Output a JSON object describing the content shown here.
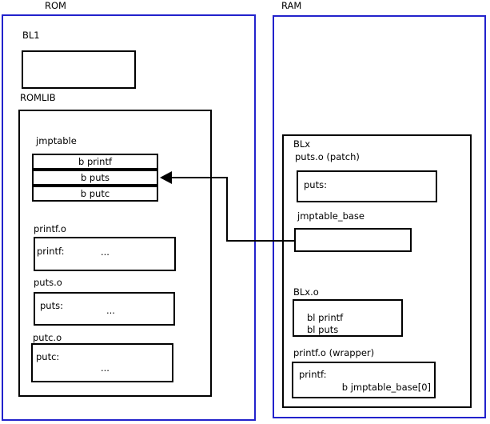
{
  "colors": {
    "frame": "#2222cc",
    "line": "#000000",
    "bg": "#ffffff",
    "ink": "#000000"
  },
  "rom": {
    "title": "ROM",
    "bl1_label": "BL1",
    "romlib_label": "ROMLIB",
    "jmptable": {
      "label": "jmptable",
      "entries": [
        "b printf",
        "b puts",
        "b putc"
      ]
    },
    "printf_o": {
      "label": "printf.o",
      "symbol": "printf:",
      "ellipsis": "..."
    },
    "puts_o": {
      "label": "puts.o",
      "symbol": "puts:",
      "ellipsis": "..."
    },
    "putc_o": {
      "label": "putc.o",
      "symbol": "putc:",
      "ellipsis": "..."
    }
  },
  "ram": {
    "title": "RAM",
    "blx_label": "BLx",
    "puts_patch": {
      "label": "puts.o (patch)",
      "symbol": "puts:"
    },
    "jmptable_base_label": "jmptable_base",
    "blx_o": {
      "label": "BLx.o",
      "line1": "bl printf",
      "line2": "bl puts"
    },
    "printf_wrapper": {
      "label": "printf.o (wrapper)",
      "symbol": "printf:",
      "branch": "b jmptable_base[0]"
    }
  },
  "arrow": {
    "from": "jmptable_base",
    "to": "jmptable entry: b puts"
  }
}
